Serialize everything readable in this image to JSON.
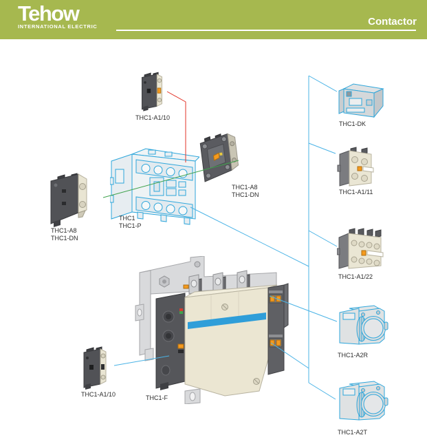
{
  "header": {
    "logo_text": "Tehow",
    "logo_subtext": "INTERNATIONAL ELECTRIC",
    "page_title": "Contactor",
    "brand_green": "#a6b84f"
  },
  "colors": {
    "cyan_connector": "#4ab3e6",
    "green_connector": "#3fa24c",
    "red_connector": "#e23227",
    "component_dark_gray": "#515256",
    "component_beige": "#eae6d4",
    "accent_orange": "#f59a1e",
    "contactor_stripe_blue": "#2f9ed9"
  },
  "components": [
    {
      "id": "thc1-a1-10-top",
      "labels": [
        "THC1-A1/10"
      ]
    },
    {
      "id": "thc1-thc1-p",
      "labels": [
        "THC1",
        "THC1-P"
      ]
    },
    {
      "id": "thc1-a8-dn-right",
      "labels": [
        "THC1-A8",
        "THC1-DN"
      ]
    },
    {
      "id": "thc1-a8-dn-left",
      "labels": [
        "THC1-A8",
        "THC1-DN"
      ]
    },
    {
      "id": "thc1-dk",
      "labels": [
        "THC1-DK"
      ]
    },
    {
      "id": "thc1-a1-11",
      "labels": [
        "THC1-A1/11"
      ]
    },
    {
      "id": "thc1-a1-22",
      "labels": [
        "THC1-A1/22"
      ]
    },
    {
      "id": "thc1-a2r",
      "labels": [
        "THC1-A2R"
      ]
    },
    {
      "id": "thc1-a2t",
      "labels": [
        "THC1-A2T"
      ]
    },
    {
      "id": "thc1-a1-10-bottom",
      "labels": [
        "THC1-A1/10"
      ]
    },
    {
      "id": "thc1-f",
      "labels": [
        "THC1-F"
      ]
    }
  ]
}
